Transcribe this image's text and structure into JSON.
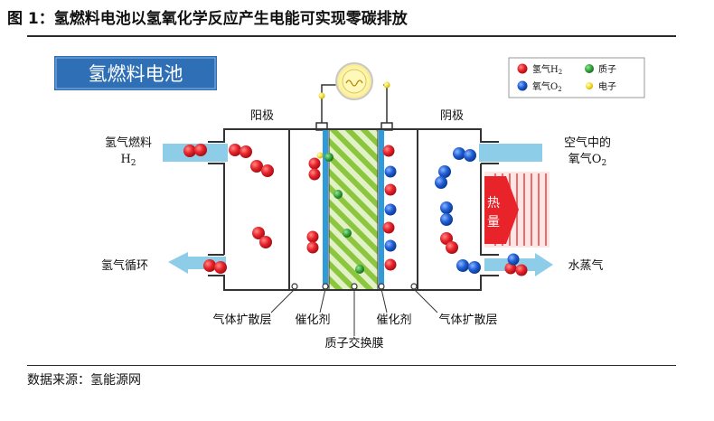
{
  "figure_title": "图 1：氢燃料电池以氢氧化学反应产生电能可实现零碳排放",
  "source": "数据来源：氢能源网",
  "diagram": {
    "banner": "氢燃料电池",
    "anode": "阳极",
    "cathode": "阴极",
    "h2_fuel_line1": "氢气燃料",
    "h2_fuel_line2": "H",
    "h2_fuel_sub": "2",
    "h2_recycle": "氢气循环",
    "air_line1": "空气中的",
    "air_line2": "氧气O",
    "air_sub": "2",
    "water_vapor": "水蒸气",
    "heat_char1": "热",
    "heat_char2": "量",
    "gas_diffusion_left": "气体扩散层",
    "catalyst_left": "催化剂",
    "catalyst_right": "催化剂",
    "gas_diffusion_right": "气体扩散层",
    "membrane": "质子交换膜"
  },
  "legend": {
    "hydrogen": "氢气H",
    "hydrogen_sub": "2",
    "oxygen": "氧气O",
    "oxygen_sub": "2",
    "proton": "质子",
    "electron": "电子"
  },
  "colors": {
    "hydrogen": "#e8232a",
    "oxygen": "#1f5fd6",
    "proton": "#35a53a",
    "electron": "#f3df2a",
    "banner": "#2f6fb5",
    "arrow": "#8ecde8",
    "catalyst": "#2f9bd8",
    "membrane": "#8cc63f"
  }
}
